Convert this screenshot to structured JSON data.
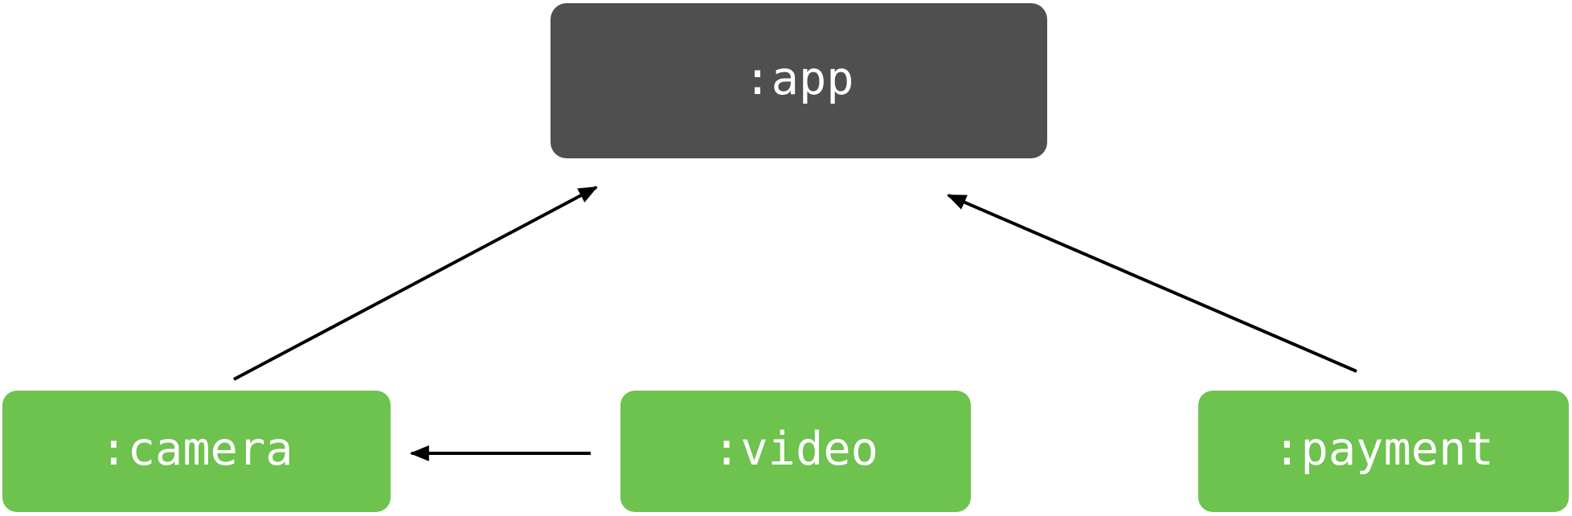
{
  "diagram": {
    "description": "Module dependency graph",
    "colors": {
      "app_module_fill": "#4F4F4F",
      "feature_module_fill": "#6EC24E",
      "node_text": "#FFFFFF",
      "arrow": "#000000",
      "background": "#FFFFFF"
    },
    "nodes": [
      {
        "id": "app",
        "label": ":app",
        "role": "app-module"
      },
      {
        "id": "camera",
        "label": ":camera",
        "role": "feature-module"
      },
      {
        "id": "video",
        "label": ":video",
        "role": "feature-module"
      },
      {
        "id": "payment",
        "label": ":payment",
        "role": "feature-module"
      }
    ],
    "edges": [
      {
        "from": "camera",
        "to": "app"
      },
      {
        "from": "payment",
        "to": "app"
      },
      {
        "from": "video",
        "to": "camera"
      }
    ]
  }
}
